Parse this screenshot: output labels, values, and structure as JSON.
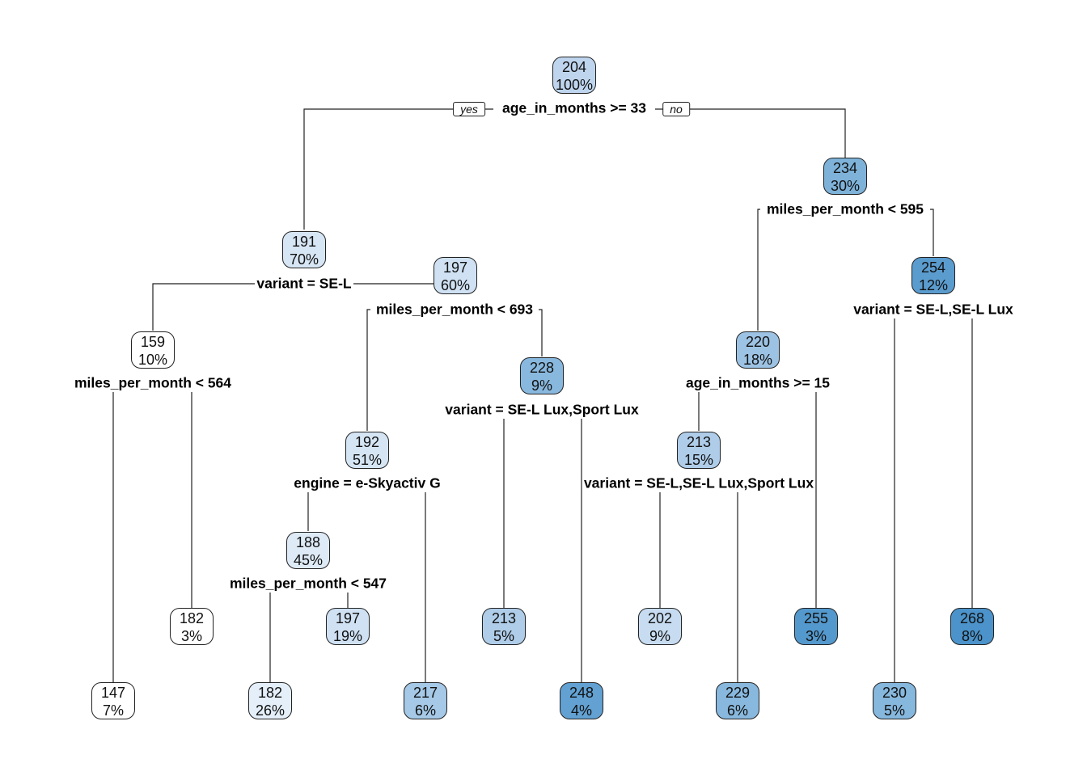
{
  "tree": {
    "yes_label": "yes",
    "no_label": "no",
    "nodes": [
      {
        "id": "n1",
        "value": "204",
        "pct": "100%",
        "color": "#bfd5ee"
      },
      {
        "id": "n2",
        "value": "191",
        "pct": "70%",
        "color": "#d7e6f5"
      },
      {
        "id": "n3",
        "value": "234",
        "pct": "30%",
        "color": "#7eb2d9"
      },
      {
        "id": "n4",
        "value": "159",
        "pct": "10%",
        "color": "#ffffff"
      },
      {
        "id": "n5",
        "value": "197",
        "pct": "60%",
        "color": "#cfe1f3"
      },
      {
        "id": "n6",
        "value": "220",
        "pct": "18%",
        "color": "#9dc3e4"
      },
      {
        "id": "n7",
        "value": "254",
        "pct": "12%",
        "color": "#5b9ccf"
      },
      {
        "id": "n8",
        "value": "192",
        "pct": "51%",
        "color": "#d5e5f4"
      },
      {
        "id": "n9",
        "value": "228",
        "pct": "9%",
        "color": "#89b8de"
      },
      {
        "id": "n10",
        "value": "213",
        "pct": "15%",
        "color": "#afcde9"
      },
      {
        "id": "n11",
        "value": "188",
        "pct": "45%",
        "color": "#deebf7"
      },
      {
        "id": "l1",
        "value": "147",
        "pct": "7%",
        "color": "#ffffff"
      },
      {
        "id": "l2",
        "value": "182",
        "pct": "3%",
        "color": "#ffffff"
      },
      {
        "id": "l3",
        "value": "182",
        "pct": "26%",
        "color": "#e4eff9"
      },
      {
        "id": "l4",
        "value": "197",
        "pct": "19%",
        "color": "#cfe1f3"
      },
      {
        "id": "l5",
        "value": "217",
        "pct": "6%",
        "color": "#a5c9e7"
      },
      {
        "id": "l6",
        "value": "213",
        "pct": "5%",
        "color": "#afcde9"
      },
      {
        "id": "l7",
        "value": "248",
        "pct": "4%",
        "color": "#62a1d2"
      },
      {
        "id": "l8",
        "value": "202",
        "pct": "9%",
        "color": "#c7dcf0"
      },
      {
        "id": "l9",
        "value": "229",
        "pct": "6%",
        "color": "#88b8dd"
      },
      {
        "id": "l10",
        "value": "255",
        "pct": "3%",
        "color": "#5499cd"
      },
      {
        "id": "l11",
        "value": "230",
        "pct": "5%",
        "color": "#86b7dd"
      },
      {
        "id": "l12",
        "value": "268",
        "pct": "8%",
        "color": "#4b93ca"
      }
    ],
    "splits": [
      {
        "id": "s1",
        "text": "age_in_months >= 33"
      },
      {
        "id": "s2",
        "text": "variant = SE-L"
      },
      {
        "id": "s3",
        "text": "miles_per_month < 595"
      },
      {
        "id": "s4",
        "text": "miles_per_month < 564"
      },
      {
        "id": "s5",
        "text": "miles_per_month < 693"
      },
      {
        "id": "s6",
        "text": "age_in_months >= 15"
      },
      {
        "id": "s7",
        "text": "variant = SE-L,SE-L Lux"
      },
      {
        "id": "s8",
        "text": "engine = e-Skyactiv G"
      },
      {
        "id": "s9",
        "text": "variant = SE-L Lux,Sport Lux"
      },
      {
        "id": "s10",
        "text": "variant = SE-L,SE-L Lux,Sport Lux"
      },
      {
        "id": "s11",
        "text": "miles_per_month < 547"
      }
    ]
  }
}
